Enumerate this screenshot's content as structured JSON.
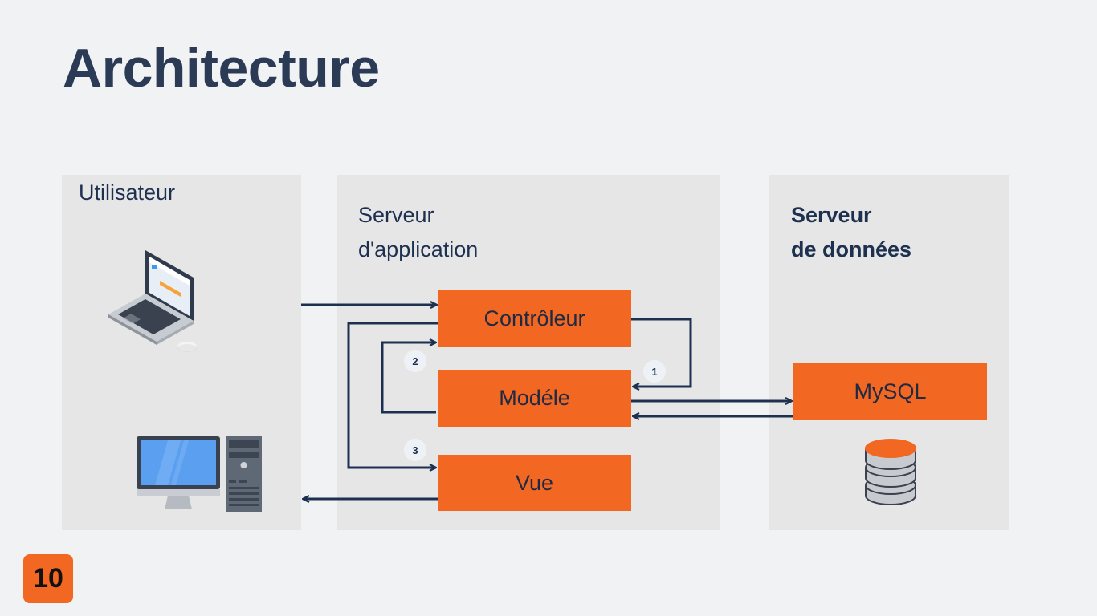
{
  "title": "Architecture",
  "panels": {
    "user": {
      "label": "Utilisateur"
    },
    "app": {
      "label_line1": "Serveur",
      "label_line2": "d'application"
    },
    "data": {
      "label_line1": "Serveur",
      "label_line2": "de données"
    }
  },
  "boxes": {
    "controller": "Contrôleur",
    "model": "Modéle",
    "view": "Vue",
    "mysql": "MySQL"
  },
  "steps": [
    "1",
    "2",
    "3"
  ],
  "page_number": "10",
  "colors": {
    "accent": "#f26722",
    "panel": "#e6e6e6",
    "arrow": "#1e3050",
    "title": "#2b3a55"
  },
  "icons": [
    "laptop-icon",
    "desktop-computer-icon",
    "database-icon"
  ]
}
